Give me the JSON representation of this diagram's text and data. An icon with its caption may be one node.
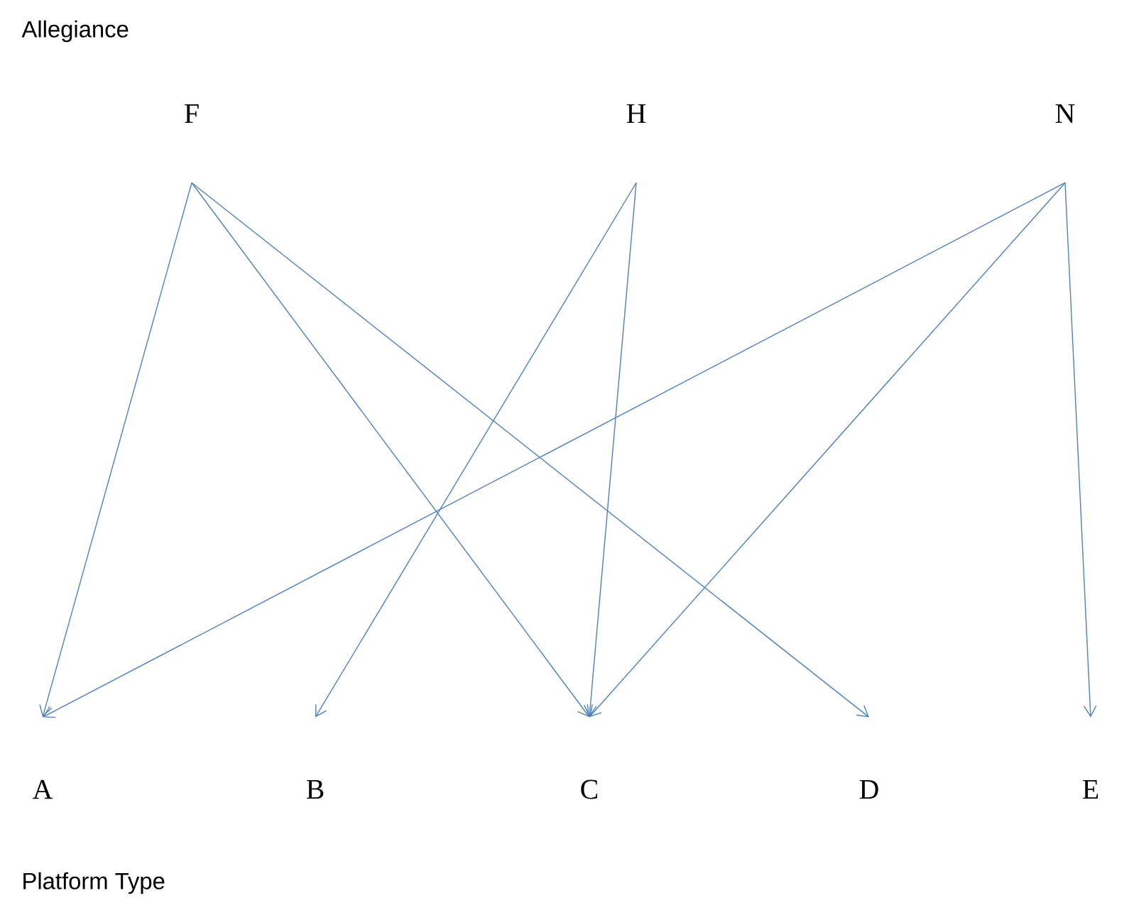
{
  "diagram": {
    "nodes": [
      {
        "text": [
          "F"
        ]
      },
      {
        "text": [
          "H"
        ]
      },
      {
        "text": [
          "N"
        ]
      },
      {
        "text": [
          "A"
        ]
      },
      {
        "text": [
          "B"
        ]
      },
      {
        "text": [
          "C"
        ]
      },
      {
        "text": [
          "D"
        ]
      },
      {
        "text": [
          "E"
        ]
      }
    ],
    "edges": [
      {
        "from": 0,
        "to": 3,
        "arrow": "to"
      },
      {
        "from": 0,
        "to": 5,
        "arrow": "to"
      },
      {
        "from": 0,
        "to": 6,
        "arrow": "to"
      },
      {
        "from": 1,
        "to": 4,
        "arrow": "to"
      },
      {
        "from": 1,
        "to": 5,
        "arrow": "to"
      },
      {
        "from": 2,
        "to": 3,
        "arrow": "to"
      },
      {
        "from": 2,
        "to": 5,
        "arrow": "to"
      },
      {
        "from": 2,
        "to": 7,
        "arrow": "to"
      }
    ],
    "labels": [
      "Allegiance",
      "Platform Type"
    ]
  }
}
